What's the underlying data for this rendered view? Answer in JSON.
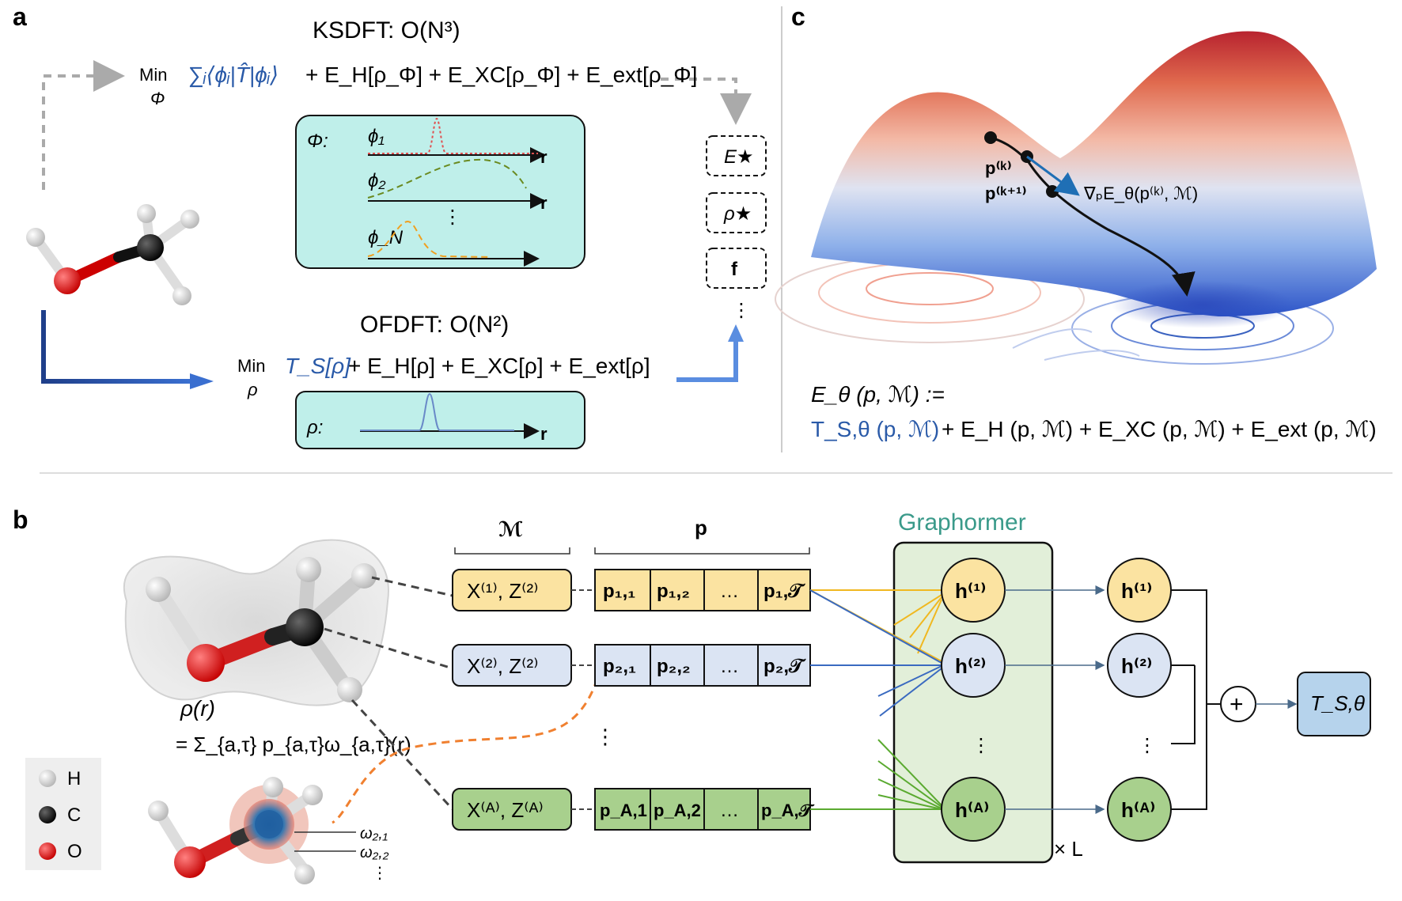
{
  "panel_labels": {
    "a": "a",
    "b": "b",
    "c": "c"
  },
  "panel_a": {
    "ksdft_title": "KSDFT: O(N³)",
    "ksdft_min": "Min",
    "ksdft_min_var": "Φ",
    "ksdft_blue_term": "∑ᵢ⟨ϕᵢ|T̂|ϕᵢ⟩",
    "ksdft_rest": "+ E_H[ρ_Φ] + E_XC[ρ_Φ] + E_ext[ρ_Φ]",
    "phi_set_label": "Φ:",
    "phi1": "ϕ₁",
    "phi2": "ϕ₂",
    "phiN": "ϕ_N",
    "axis_r": "r",
    "vdots": "⋮",
    "ofdft_title": "OFDFT: O(N²)",
    "ofdft_min": "Min",
    "ofdft_min_var": "ρ",
    "ofdft_blue_term": "T_S[ρ]",
    "ofdft_rest": "+ E_H[ρ] + E_XC[ρ] + E_ext[ρ]",
    "rho_label": "ρ:",
    "outputs": [
      "E★",
      "ρ★",
      "f"
    ],
    "outputs_more": "⋮"
  },
  "panel_b": {
    "set_M": "ℳ",
    "set_p": "p",
    "graphormer_title": "Graphormer",
    "rho_r": "ρ(r)",
    "rho_formula": "= Σ_{a,τ} p_{a,τ}ω_{a,τ}(r)",
    "rows": [
      {
        "feat": "X⁽¹⁾, Z⁽²⁾",
        "p": [
          "p₁,₁",
          "p₁,₂",
          "…",
          "p₁,𝒯"
        ],
        "h": "h⁽¹⁾",
        "color": "#fbe3a1"
      },
      {
        "feat": "X⁽²⁾, Z⁽²⁾",
        "p": [
          "p₂,₁",
          "p₂,₂",
          "…",
          "p₂,𝒯"
        ],
        "h": "h⁽²⁾",
        "color": "#dbe4f3"
      },
      {
        "feat": "X⁽ᴬ⁾, Z⁽ᴬ⁾",
        "p": [
          "p_A,1",
          "p_A,2",
          "…",
          "p_A,𝒯"
        ],
        "h": "h⁽ᴬ⁾",
        "color": "#a8d08d"
      }
    ],
    "vdots": "⋮",
    "times_L": "× L",
    "plus": "+",
    "output": "T_S,θ",
    "omega1": "ω₂,₁",
    "omega2": "ω₂,₂",
    "omega_more": "⋮",
    "legend": [
      {
        "label": "H",
        "color": "#f0f0f0"
      },
      {
        "label": "C",
        "color": "#111111"
      },
      {
        "label": "O",
        "color": "#e01010"
      }
    ]
  },
  "panel_c": {
    "p_k": "p⁽ᵏ⁾",
    "p_k1": "p⁽ᵏ⁺¹⁾",
    "grad": "∇ₚE_θ(p⁽ᵏ⁾, ℳ)",
    "energy_def": "E_θ (p, ℳ) :=",
    "energy_terms_blue": "T_S,θ (p, ℳ)",
    "energy_terms_rest": "+ E_H (p, ℳ) + E_XC (p, ℳ) + E_ext (p, ℳ)"
  },
  "colors": {
    "blue_text": "#2a5aa8",
    "teal_box": "#bfefea",
    "graphormer_bg": "#e2efd9",
    "graphormer_title": "#3a9a8a",
    "yellow": "#fbe3a1",
    "lightblue": "#dbe4f3",
    "green": "#a8d08d",
    "output_box": "#b6d3ec"
  }
}
